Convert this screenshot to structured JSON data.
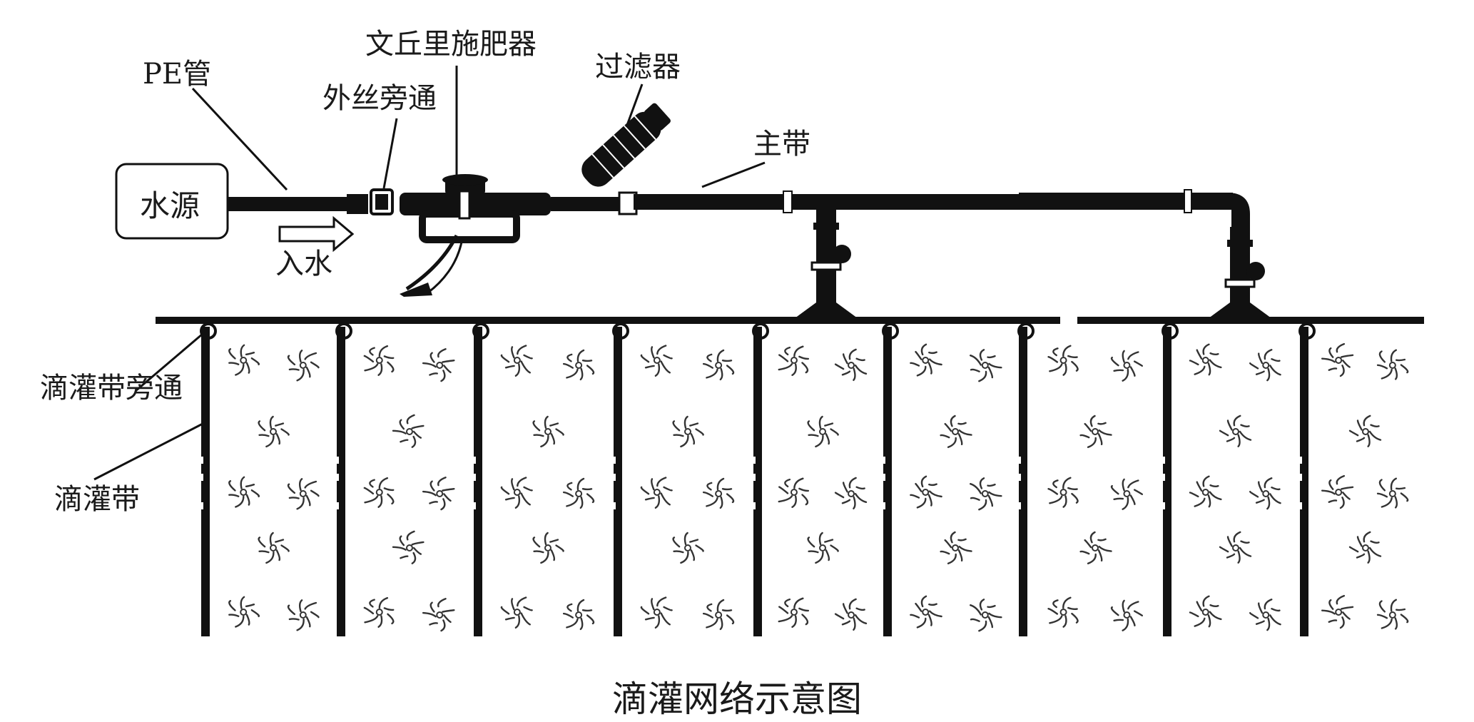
{
  "labels": {
    "pe_pipe": "PE管",
    "threaded_bypass": "外丝旁通",
    "venturi_fertilizer": "文丘里施肥器",
    "filter": "过滤器",
    "main_belt": "主带",
    "water_source": "水源",
    "water_inlet": "入水",
    "drip_bypass": "滴灌带旁通",
    "drip_tape": "滴灌带"
  },
  "caption": "滴灌网络示意图",
  "colors": {
    "ink": "#111111",
    "plant": "#333333",
    "background": "#ffffff"
  },
  "icons": [
    "arrow-right-icon",
    "plant-icon"
  ]
}
